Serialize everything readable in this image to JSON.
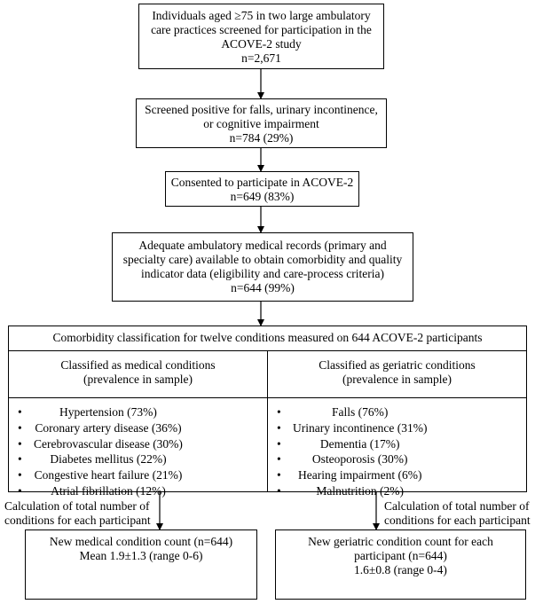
{
  "boxes": {
    "screened": [
      "Individuals aged ≥75 in two large ambulatory",
      "care practices screened for participation in the",
      "ACOVE-2 study",
      "n=2,671"
    ],
    "positive": [
      "Screened positive for falls, urinary incontinence,",
      "or cognitive impairment",
      "n=784 (29%)"
    ],
    "consented": [
      "Consented to participate in ACOVE-2",
      "n=649 (83%)"
    ],
    "records": [
      "Adequate ambulatory medical records (primary and",
      "specialty care) available to obtain comorbidity and quality",
      "indicator data (eligibility and care-process criteria)",
      "n=644 (99%)"
    ]
  },
  "classification": {
    "header": "Comorbidity classification for twelve conditions measured on 644 ACOVE-2 participants",
    "medical_title": [
      "Classified as medical conditions",
      "(prevalence in sample)"
    ],
    "geriatric_title": [
      "Classified as geriatric conditions",
      "(prevalence in sample)"
    ],
    "medical_items": [
      "Hypertension (73%)",
      "Coronary artery disease (36%)",
      "Cerebrovascular disease (30%)",
      "Diabetes mellitus (22%)",
      "Congestive heart failure (21%)",
      "Atrial fibrillation (12%)"
    ],
    "geriatric_items": [
      "Falls (76%)",
      "Urinary incontinence (31%)",
      "Dementia (17%)",
      "Osteoporosis (30%)",
      "Hearing impairment (6%)",
      "Malnutrition (2%)"
    ]
  },
  "notes": {
    "left": [
      "Calculation of total number of",
      "conditions for each participant"
    ],
    "right": [
      "Calculation of total number of",
      "conditions for each participant"
    ]
  },
  "outcomes": {
    "medical": [
      "New medical condition count (n=644)",
      "Mean 1.9±1.3 (range 0-6)"
    ],
    "geriatric": [
      "New geriatric condition count for each",
      "participant (n=644)",
      "1.6±0.8 (range 0-4)"
    ]
  }
}
